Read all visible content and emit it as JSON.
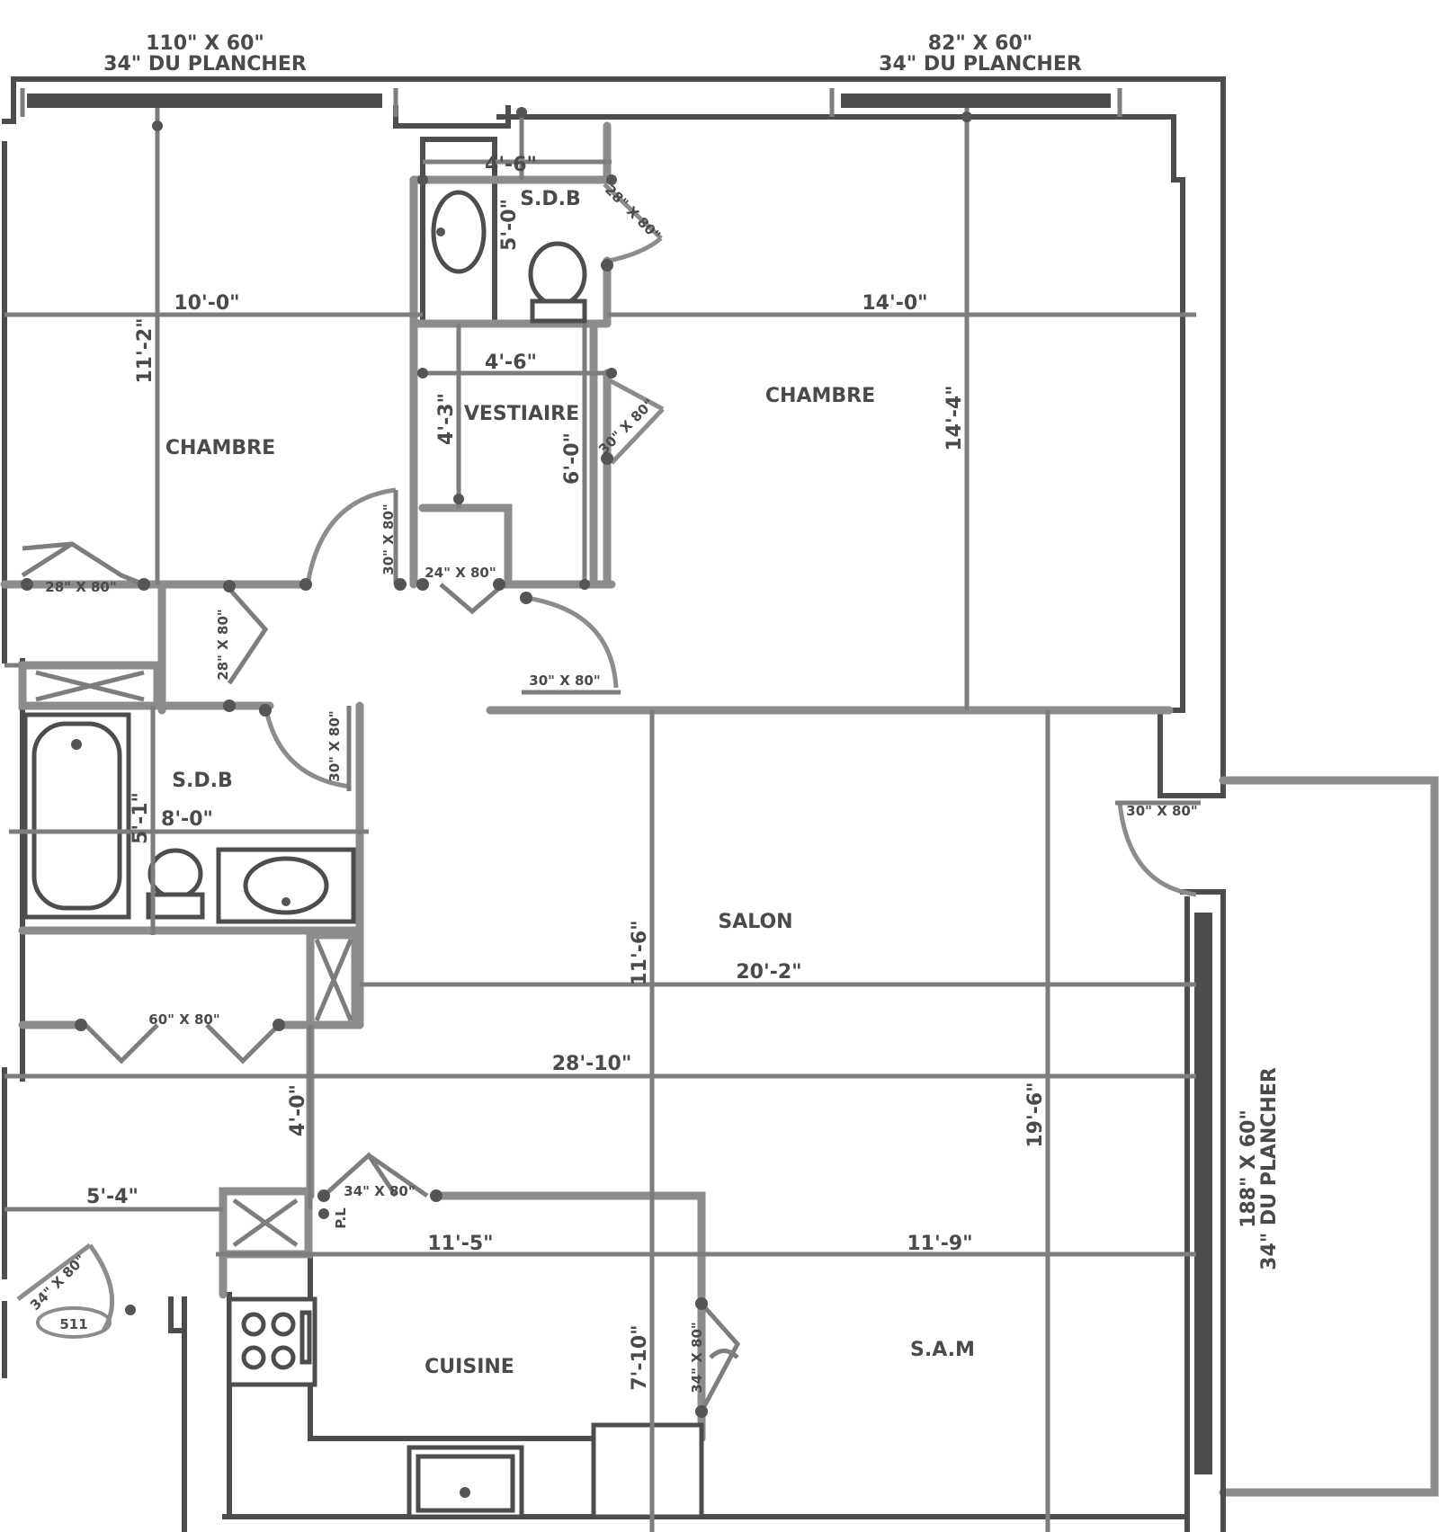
{
  "window_labels": [
    {
      "size": "110\" X 60\"",
      "height": "34\" DU PLANCHER"
    },
    {
      "size": "82\" X 60\"",
      "height": "34\" DU PLANCHER"
    },
    {
      "size": "188\" X 60\"",
      "height": "34\" DU PLANCHER"
    }
  ],
  "rooms": {
    "chambre_west": "CHAMBRE",
    "chambre_east": "CHAMBRE",
    "sdb_upper": "S.D.B",
    "vestiaire": "VESTIAIRE",
    "sdb_lower": "S.D.B",
    "salon": "SALON",
    "cuisine": "CUISINE",
    "sam": "S.A.M",
    "pl": "P.L",
    "unit": "511"
  },
  "dimensions": {
    "d_10_0": "10'-0\"",
    "d_11_2": "11'-2\"",
    "d_14_0": "14'-0\"",
    "d_14_4": "14'-4\"",
    "d_4_6_top": "4'-6\"",
    "d_5_0": "5'-0\"",
    "d_4_6_mid": "4'-6\"",
    "d_4_3": "4'-3\"",
    "d_6_0": "6'-0\"",
    "d_8_0": "8'-0\"",
    "d_5_1": "5'-1\"",
    "d_11_6": "11'-6\"",
    "d_20_2": "20'-2\"",
    "d_28_10": "28'-10\"",
    "d_4_0": "4'-0\"",
    "d_19_6": "19'-6\"",
    "d_5_4": "5'-4\"",
    "d_11_5": "11'-5\"",
    "d_11_9": "11'-9\"",
    "d_7_10": "7'-10\""
  },
  "doors": {
    "d1": "28\" X 80\"",
    "d2": "30\" X 80\"",
    "d3": "24\" X 80\"",
    "d4": "30\" X 80\"",
    "d5": "30\" X 80\"",
    "d6": "30\" X 80\"",
    "d7": "28\" X 80\"",
    "d8": "28\" X 80\"",
    "d9": "30\" X 80\"",
    "d10": "60\" X 80\"",
    "d11": "34\" X 80\"",
    "d12": "34\" X 80\"",
    "d13": "34\" X 80\""
  }
}
